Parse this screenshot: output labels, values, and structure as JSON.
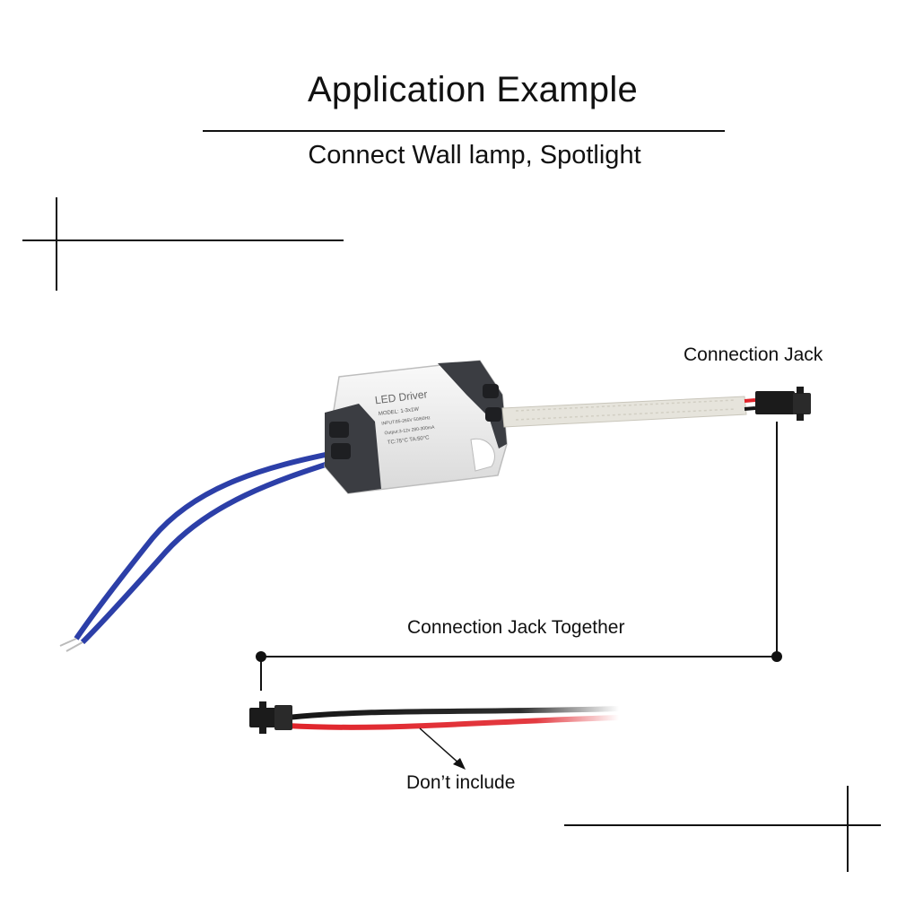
{
  "header": {
    "title": "Application Example",
    "subtitle": "Connect Wall lamp, Spotlight"
  },
  "driver": {
    "brand_text": "LED Driver",
    "model_text": "MODEL: 1-3x1W",
    "input_text": "INPUT:85-265V 50/60Hz",
    "output_text": "Output:3-12v 280-300mA",
    "temp_text": "TC:75°C   TA:50°C"
  },
  "annotations": {
    "connection_jack": "Connection Jack",
    "connection_together": "Connection Jack Together",
    "dont_include": "Don’t include"
  },
  "colors": {
    "wire_blue": "#2c3fa8",
    "wire_red": "#e0242b",
    "wire_black": "#151515",
    "case_white": "#f2f2f2",
    "case_dark": "#3b3d42",
    "sleeve": "#e6e4dc"
  }
}
